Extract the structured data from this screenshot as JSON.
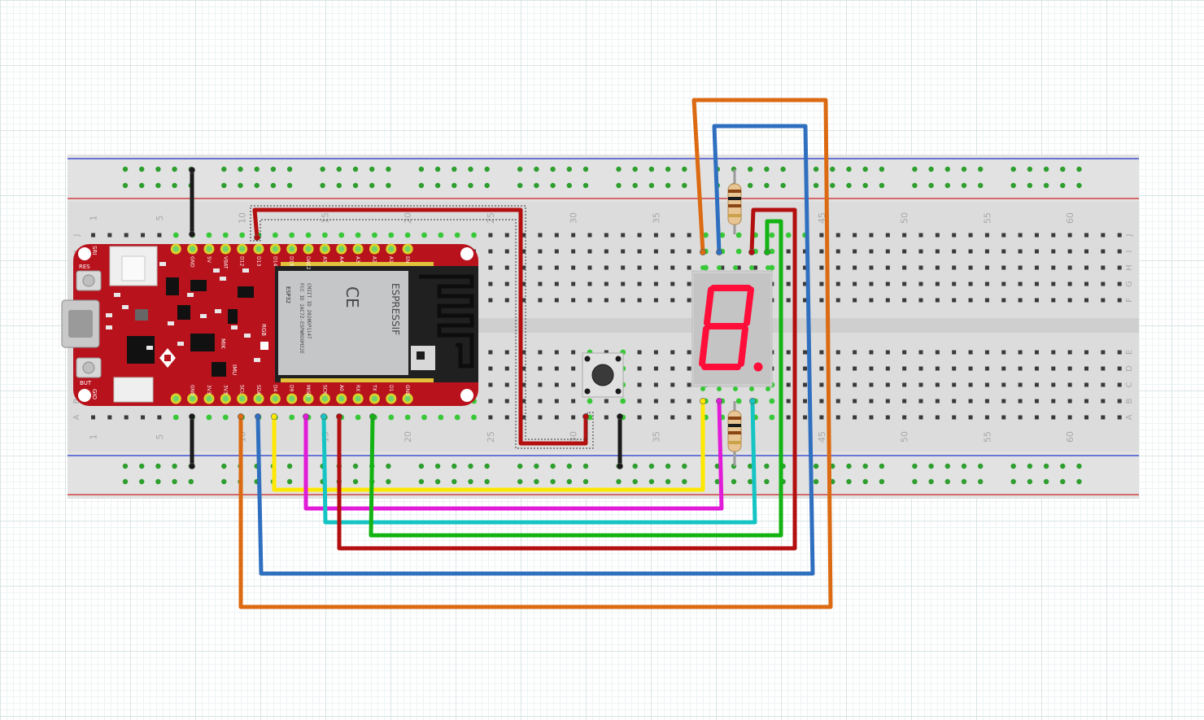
{
  "breadboard": {
    "row_labels_top": [
      "J",
      "I",
      "H",
      "G",
      "F"
    ],
    "row_labels_bottom": [
      "E",
      "D",
      "C",
      "B",
      "A"
    ],
    "column_numbers": [
      "1",
      "5",
      "10",
      "15",
      "20",
      "25",
      "30",
      "35",
      "40",
      "45",
      "50",
      "55",
      "60"
    ]
  },
  "board": {
    "top_pin_labels": [
      "GND",
      "5V",
      "VBAT",
      "D12",
      "D13",
      "D14",
      "D15",
      "DAC2",
      "A5",
      "A4",
      "A3",
      "A2",
      "A1",
      "EN"
    ],
    "bottom_pin_labels": [
      "GND",
      "3V3",
      "3V3",
      "SCL",
      "SDA",
      "D4",
      "D9",
      "MISO",
      "SCK",
      "A0",
      "RX",
      "TX",
      "D1",
      "GND"
    ],
    "button_res": "RES",
    "button_but": "BUT",
    "label_sri": "SRI",
    "label_gio": "GIO",
    "label_rgb": "RGB",
    "label_mik": "MIK",
    "label_imu": "IMU",
    "module_brand": "ESPRESSIF",
    "module_ce": "CE",
    "module_fcc": "FCC ID 2AC7Z-ESPWROOM32E",
    "module_cmiit": "CMIIT ID 2020DP1147",
    "module_model": "ESP32"
  },
  "wire_colors": {
    "red": "#b30f0f",
    "black": "#1a1a1a",
    "yellow": "#ffe800",
    "magenta": "#e11bd8",
    "cyan": "#16c4c4",
    "green": "#13b313",
    "blue": "#2f6fbf",
    "orange": "#db6a12"
  },
  "board_color": "#b8131d",
  "segment_color": "#ff0e3a"
}
